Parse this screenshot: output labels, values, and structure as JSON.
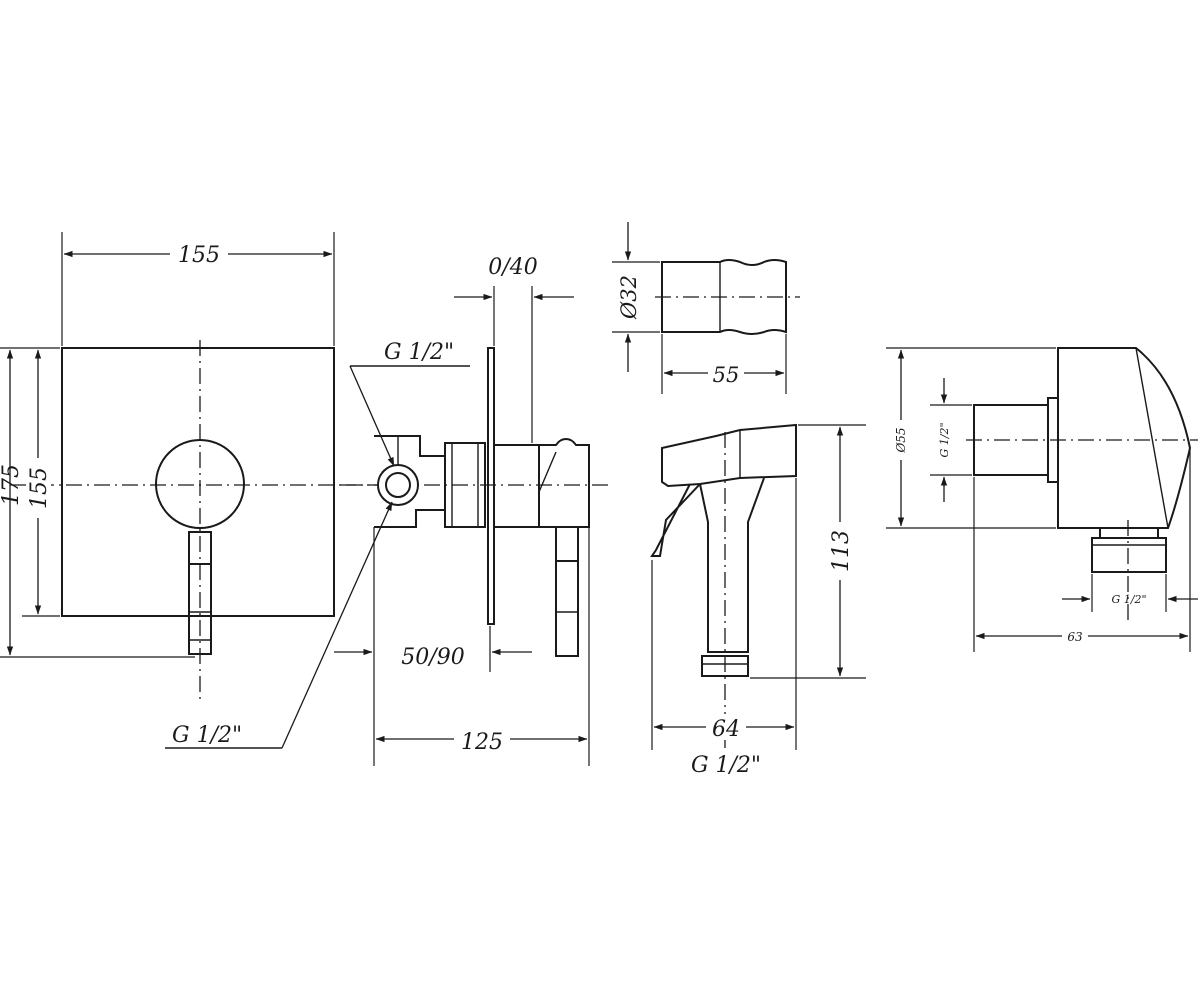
{
  "front_view": {
    "width_dim": "155",
    "outer_height_dim": "175",
    "inner_height_dim": "155",
    "inlet_label": "G 1/2\""
  },
  "side_view": {
    "outlet_label": "G 1/2\"",
    "adjust_range_dim": "0/40",
    "depth_range_dim": "50/90",
    "length_dim": "125"
  },
  "holder": {
    "diameter_dim": "Ø32",
    "length_dim": "55"
  },
  "spray_head": {
    "height_dim": "113",
    "width_dim": "64",
    "thread_label": "G 1/2\""
  },
  "wall_elbow": {
    "diameter_dim": "Ø55",
    "thread_top_label": "G 1/2\"",
    "thread_bottom_label": "G 1/2\"",
    "length_dim": "63"
  }
}
